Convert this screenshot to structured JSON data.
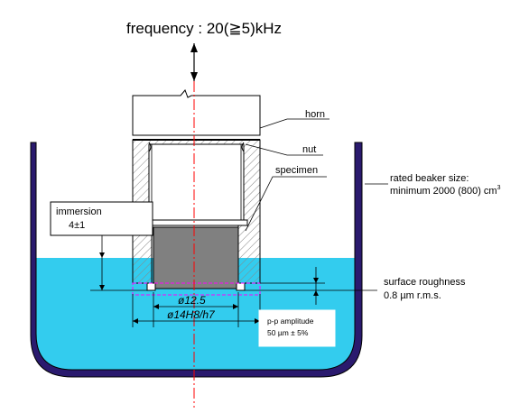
{
  "title": "frequency : 20(≧5)kHz",
  "labels": {
    "horn": "horn",
    "nut": "nut",
    "specimen": "specimen",
    "beaker_line1": "rated beaker size:",
    "beaker_line2": "minimum 2000 (800) cm",
    "beaker_sup": "3",
    "immersion_line1": "immersion",
    "immersion_line2": "4±1",
    "roughness_line1": "surface roughness",
    "roughness_line2": "0.8 µm r.m.s.",
    "amplitude_line1": "p-p amplitude",
    "amplitude_line2": "50 µm ± 5%",
    "dim_inner": "ø12.5",
    "dim_outer": "ø14H8/h7"
  },
  "colors": {
    "water": "#33ccee",
    "beaker": "#2a1a6e",
    "specimen": "#808080",
    "axis": "#ff0000",
    "magenta": "#ff00ff"
  }
}
